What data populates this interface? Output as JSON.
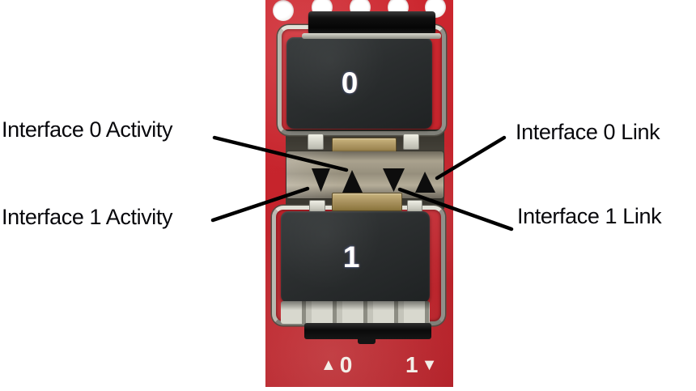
{
  "annotations": {
    "if0_activity": "Interface 0 Activity",
    "if1_activity": "Interface 1 Activity",
    "if0_link": "Interface 0 Link",
    "if1_link": "Interface 1 Link"
  },
  "board": {
    "port0_label": "0",
    "port1_label": "1",
    "silkscreen": {
      "up_marker": "▲",
      "port0_num": "0",
      "port1_num": "1",
      "down_marker": "▼"
    }
  },
  "colors": {
    "pcb_red": "#c5242c",
    "port_dark": "#2b2e2f",
    "cage_silver": "#c6c7bd",
    "led_plate": "#968f7d",
    "pad_bronze": "#ab9461",
    "annotation_text": "#08080c",
    "callout_line": "#000000",
    "silkscreen_white": "#f3efe8",
    "port_digit_white": "#ffffff"
  }
}
